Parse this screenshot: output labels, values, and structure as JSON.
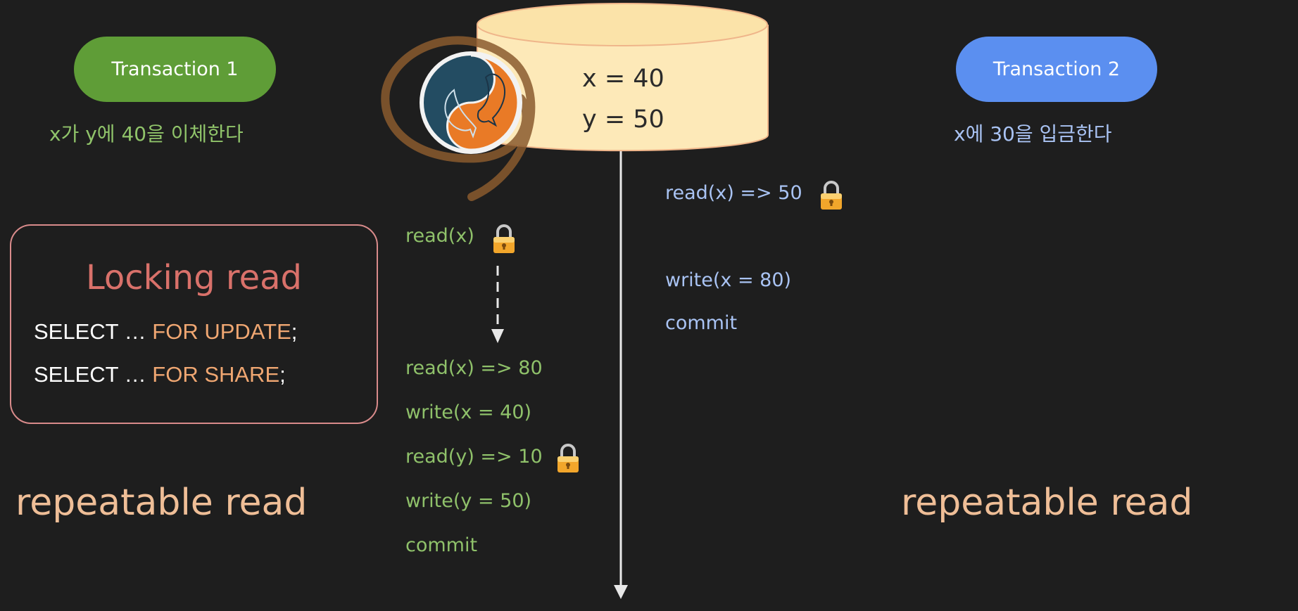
{
  "transaction1": {
    "label": "Transaction 1",
    "description": "x가 y에 40을 이체한다",
    "isolation": "repeatable read",
    "color": "#5f9d37"
  },
  "transaction2": {
    "label": "Transaction 2",
    "description": "x에 30을 입금한다",
    "isolation": "repeatable read",
    "color": "#5b8ff0"
  },
  "database": {
    "x_value": "x = 40",
    "y_value": "y = 50",
    "logo_icon": "mysql-dolphin-icon"
  },
  "locking_read": {
    "title": "Locking read",
    "lines": [
      {
        "select": "SELECT … ",
        "clause": "FOR UPDATE",
        "end": ";"
      },
      {
        "select": "SELECT … ",
        "clause": "FOR SHARE",
        "end": ";"
      }
    ]
  },
  "t1_ops": [
    "read(x)",
    "read(x) => 80",
    "write(x = 40)",
    "read(y) => 10",
    "write(y = 50)",
    "commit"
  ],
  "t2_ops": [
    "read(x) => 50",
    "write(x = 80)",
    "commit"
  ],
  "icons": {
    "lock": "lock-icon",
    "timeline_arrow": "arrow-down-icon",
    "wait_arrow": "dashed-arrow-down-icon"
  }
}
